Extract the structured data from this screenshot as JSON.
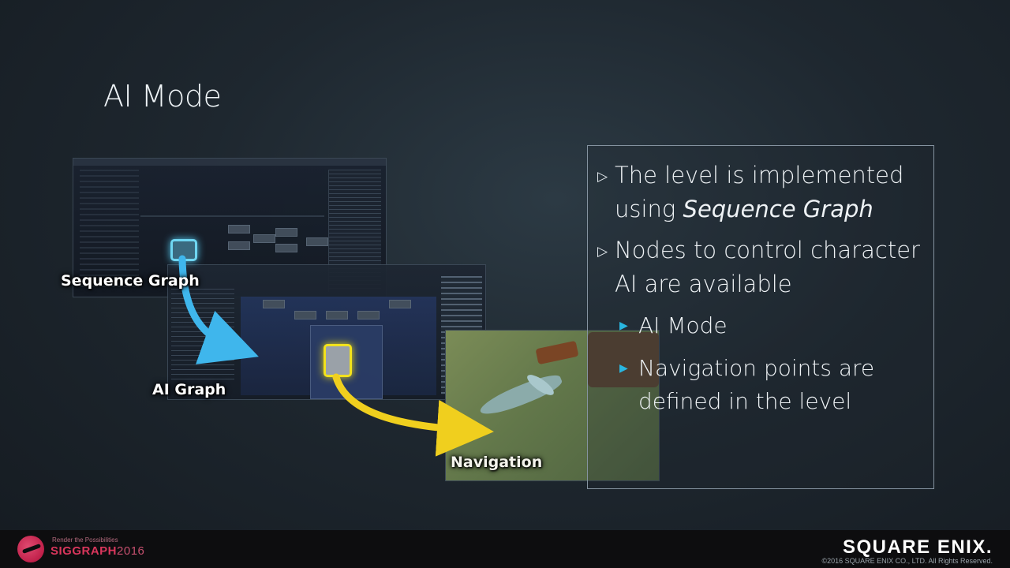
{
  "slide": {
    "title": "AI Mode"
  },
  "illustration": {
    "labels": {
      "sequence_graph": "Sequence Graph",
      "ai_graph": "AI Graph",
      "navigation": "Navigation"
    },
    "colors": {
      "sequence_highlight": "#6fd6f2",
      "ai_highlight": "#f2e21c",
      "arrow_blue": "#3fb6ec",
      "arrow_yellow": "#f0cf1e"
    }
  },
  "content": {
    "bullets": [
      {
        "text_before": "The level is implemented using ",
        "text_italic": "Sequence Graph",
        "text_after": ""
      },
      {
        "text": "Nodes to control character AI are available",
        "sub_bullets": [
          "AI Mode",
          "Navigation points are defined in the level"
        ]
      }
    ],
    "bullet_marker_color": "#29b6e0"
  },
  "footer": {
    "siggraph_tagline": "Render the Possibilities",
    "siggraph_name": "SIGGRAPH",
    "siggraph_year": "2016",
    "company": "SQUARE ENIX.",
    "copyright": "©2016 SQUARE ENIX CO., LTD. All Rights Reserved."
  }
}
